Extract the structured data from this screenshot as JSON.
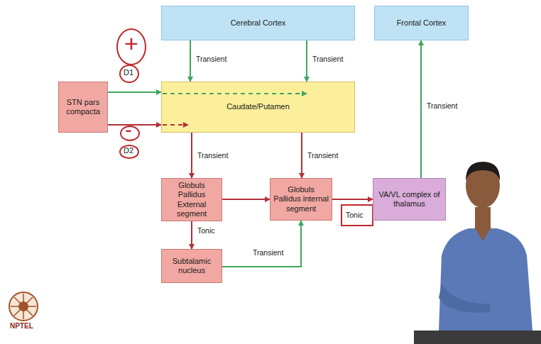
{
  "diagram": {
    "nodes": [
      {
        "text": [
          "Cerebral Cortex"
        ]
      },
      {
        "text": [
          "Frontal Cortex"
        ]
      },
      {
        "text": [
          "STN pars compacta"
        ]
      },
      {
        "text": [
          "Caudate/Putamen"
        ]
      },
      {
        "text": [
          "Globuls Pallidus External segment"
        ]
      },
      {
        "text": [
          "Globuls Pallidus internal segment"
        ]
      },
      {
        "text": [
          "VA/VL complex of thalamus"
        ]
      },
      {
        "text": [
          "Subtalamic nucleus"
        ]
      }
    ],
    "edges": [
      {
        "from": 0,
        "to": 3,
        "label": "Transient",
        "arrow": "to"
      },
      {
        "from": 0,
        "to": 3,
        "label": "Transient",
        "arrow": "to"
      },
      {
        "from": 2,
        "to": 3,
        "arrow": "to"
      },
      {
        "from": 2,
        "to": 3,
        "arrow": "to"
      },
      {
        "from": 3,
        "to": 4,
        "label": "Transient",
        "arrow": "to"
      },
      {
        "from": 3,
        "to": 5,
        "label": "Transient",
        "arrow": "to"
      },
      {
        "from": 4,
        "to": 5,
        "arrow": "to"
      },
      {
        "from": 5,
        "to": 6,
        "label": "Tonic",
        "arrow": "to"
      },
      {
        "from": 4,
        "to": 7,
        "label": "Tonic",
        "arrow": "to"
      },
      {
        "from": 7,
        "to": 5,
        "label": "Transient",
        "arrow": "to"
      },
      {
        "from": 6,
        "to": 1,
        "label": "Transient",
        "arrow": "to"
      }
    ],
    "labels": [
      "+",
      "D1",
      "-",
      "D2",
      "NPTEL"
    ]
  }
}
